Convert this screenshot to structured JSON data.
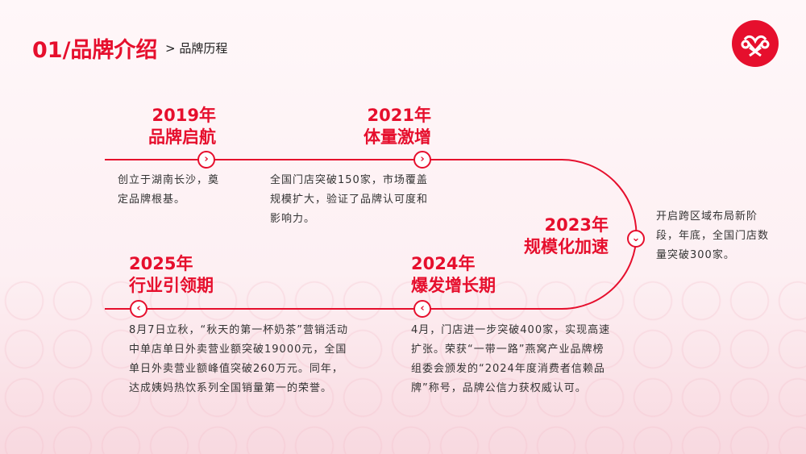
{
  "header": {
    "title": "01/品牌介绍",
    "subtitle": "> 品牌历程"
  },
  "colors": {
    "accent": "#e60f2d"
  },
  "milestones": [
    {
      "year": "2019年",
      "title": "品牌启航",
      "desc": "创立于湖南长沙，奠定品牌根基。"
    },
    {
      "year": "2021年",
      "title": "体量激增",
      "desc": "全国门店突破150家，市场覆盖规模扩大，验证了品牌认可度和影响力。"
    },
    {
      "year": "2023年",
      "title": "规模化加速",
      "desc": "开启跨区域布局新阶段，年底，全国门店数量突破300家。"
    },
    {
      "year": "2024年",
      "title": "爆发增长期",
      "desc": "4月，门店进一步突破400家，实现高速扩张。荣获“一带一路”燕窝产业品牌榜组委会颁发的“2024年度消费者信赖品牌”称号，品牌公信力获权威认可。"
    },
    {
      "year": "2025年",
      "title": "行业引领期",
      "desc": "8月7日立秋，“秋天的第一杯奶茶”营销活动中单店单日外卖营业额突破19000元，全国单日外卖营业额峰值突破260万元。同年，达成姨妈热饮系列全国销量第一的荣誉。"
    }
  ]
}
